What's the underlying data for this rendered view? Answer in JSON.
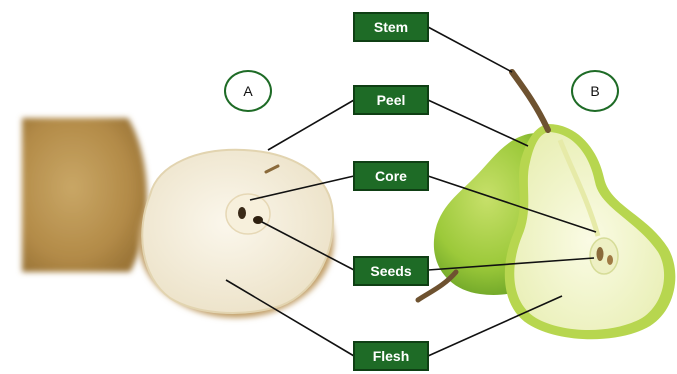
{
  "panels": {
    "a": {
      "letter": "A",
      "subject": "Asian pear cut in half"
    },
    "b": {
      "letter": "B",
      "subject": "Green pear cut in half"
    }
  },
  "labels": {
    "stem": "Stem",
    "peel": "Peel",
    "core": "Core",
    "seeds": "Seeds",
    "flesh": "Flesh"
  },
  "colors": {
    "label_fill": "#1e6b26",
    "label_border": "#0f3f14",
    "leader_line": "#111111",
    "asian_pear_skin": "#b8934f",
    "asian_pear_flesh": "#f3ecd9",
    "green_pear_skin": "#a9cf3f",
    "green_pear_flesh": "#f0f2cc",
    "stem": "#6e5230"
  }
}
